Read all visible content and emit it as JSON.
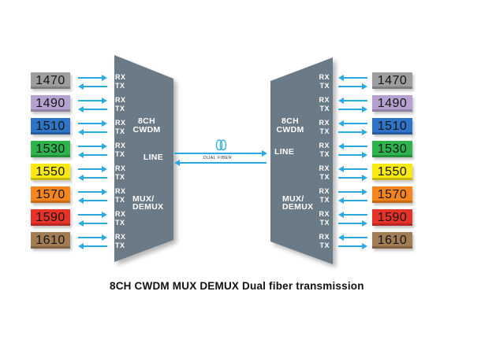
{
  "diagram": {
    "caption": "8CH CWDM MUX DEMUX Dual fiber transmission",
    "mux": {
      "name_line1": "8CH",
      "name_line2": "CWDM",
      "port_line": "LINE",
      "func_line1": "MUX/",
      "func_line2": "DEMUX"
    },
    "ports": {
      "rx": "RX",
      "tx": "TX"
    },
    "fiber": {
      "label": "DUAL FIBER"
    },
    "colors": {
      "arrow": "#2aaae2",
      "mux_body": "#6b7a87",
      "mux_text": "#ffffff",
      "background": "#ffffff",
      "caption_text": "#111111"
    },
    "channels": [
      {
        "wavelength": "1470",
        "color": "#9d9ea0",
        "left_rx_dir": "right",
        "left_tx_dir": "left",
        "right_rx_dir": "left",
        "right_tx_dir": "right"
      },
      {
        "wavelength": "1490",
        "color": "#b4a1cf",
        "left_rx_dir": "right",
        "left_tx_dir": "left",
        "right_rx_dir": "left",
        "right_tx_dir": "right"
      },
      {
        "wavelength": "1510",
        "color": "#2f74c7",
        "left_rx_dir": "right",
        "left_tx_dir": "left",
        "right_rx_dir": "left",
        "right_tx_dir": "right"
      },
      {
        "wavelength": "1530",
        "color": "#2db44c",
        "left_rx_dir": "right",
        "left_tx_dir": "left",
        "right_rx_dir": "left",
        "right_tx_dir": "right"
      },
      {
        "wavelength": "1550",
        "color": "#f8ea10",
        "left_rx_dir": "right",
        "left_tx_dir": "left",
        "right_rx_dir": "left",
        "right_tx_dir": "right"
      },
      {
        "wavelength": "1570",
        "color": "#f6851e",
        "left_rx_dir": "right",
        "left_tx_dir": "left",
        "right_rx_dir": "right",
        "right_tx_dir": "left"
      },
      {
        "wavelength": "1590",
        "color": "#e63228",
        "left_rx_dir": "right",
        "left_tx_dir": "left",
        "right_rx_dir": "left",
        "right_tx_dir": "right"
      },
      {
        "wavelength": "1610",
        "color": "#a27c54",
        "left_rx_dir": "right",
        "left_tx_dir": "left",
        "right_rx_dir": "left",
        "right_tx_dir": "right"
      }
    ]
  }
}
